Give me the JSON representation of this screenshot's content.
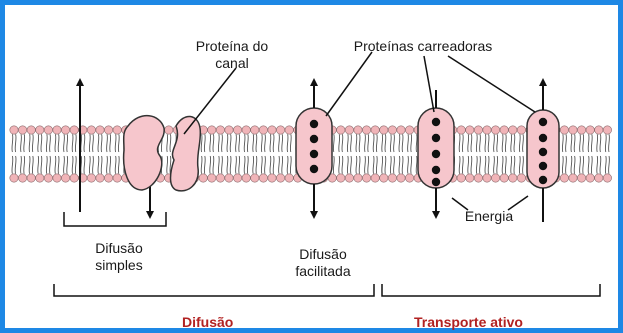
{
  "labels": {
    "channel_protein_line1": "Proteína do",
    "channel_protein_line2": "canal",
    "carrier_proteins": "Proteínas carreadoras",
    "energy": "Energia",
    "simple_diffusion_line1": "Difusão",
    "simple_diffusion_line2": "simples",
    "facilitated_diffusion_line1": "Difusão",
    "facilitated_diffusion_line2": "facilitada"
  },
  "sections": {
    "diffusion": "Difusão",
    "active_transport": "Transporte ativo"
  },
  "colors": {
    "frame_border": "#1e88e5",
    "section_label": "#b22222",
    "protein_fill": "#f6c6cc",
    "lipid_head": "#f0b4b8",
    "ink": "#111111"
  }
}
